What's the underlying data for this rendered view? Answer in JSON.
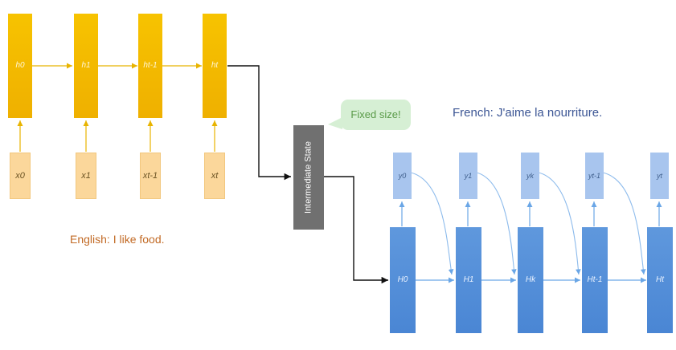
{
  "encoder": {
    "hidden": [
      "h0",
      "h1",
      "ht-1",
      "ht"
    ],
    "inputs": [
      "x0",
      "x1",
      "xt-1",
      "xt"
    ]
  },
  "state_label": "Intermediate State",
  "bubble": "Fixed size!",
  "english": "English: I like food.",
  "french": "French: J'aime la nourriture.",
  "decoder": {
    "hidden": [
      "H0",
      "H1",
      "Hk",
      "Ht-1",
      "Ht"
    ],
    "outputs": [
      "y0",
      "y1",
      "yk",
      "yt-1",
      "yt"
    ]
  },
  "colors": {
    "encoder_hidden": "#f5be00",
    "encoder_input": "#fbd79b",
    "decoder_hidden": "#528cd7",
    "decoder_output": "#a8c5ee",
    "state": "#707070",
    "bubble": "#d6efd4",
    "english_text": "#c26a25",
    "french_text": "#3b5594"
  }
}
